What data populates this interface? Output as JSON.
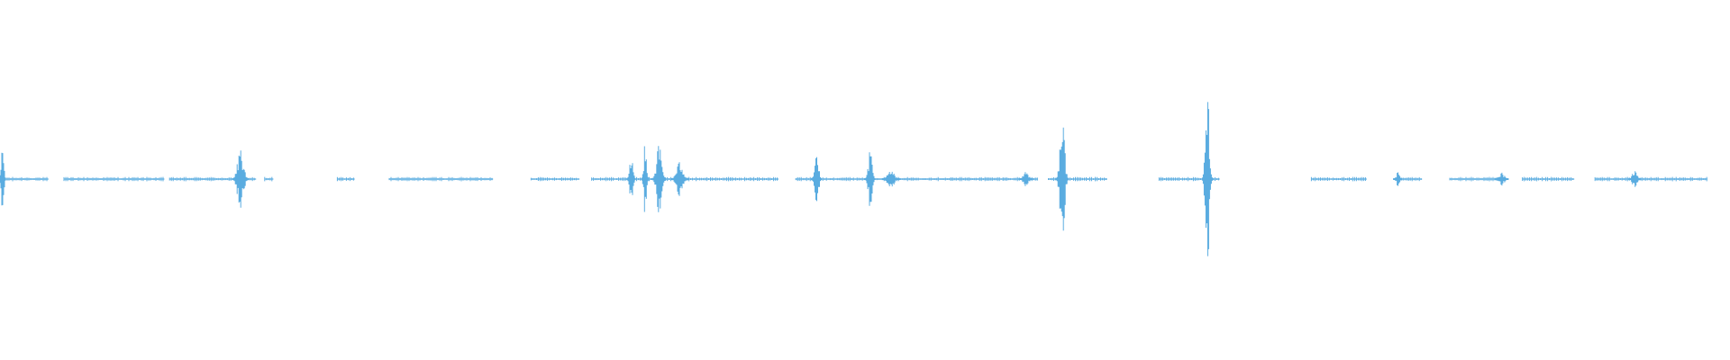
{
  "waveform": {
    "color": "#5aace0",
    "background": "#ffffff",
    "amplitude_range": [
      -1,
      1
    ],
    "baseline_segments": [
      [
        0.0,
        0.028
      ],
      [
        0.037,
        0.095
      ],
      [
        0.098,
        0.148
      ],
      [
        0.153,
        0.158
      ],
      [
        0.195,
        0.205
      ],
      [
        0.225,
        0.285
      ],
      [
        0.307,
        0.335
      ],
      [
        0.342,
        0.45
      ],
      [
        0.46,
        0.6
      ],
      [
        0.606,
        0.64
      ],
      [
        0.67,
        0.705
      ],
      [
        0.758,
        0.79
      ],
      [
        0.81,
        0.822
      ],
      [
        0.838,
        0.87
      ],
      [
        0.88,
        0.91
      ],
      [
        0.922,
        0.987
      ]
    ],
    "bursts": [
      {
        "pos": 0.0015,
        "amp": 0.2,
        "width": 0.004
      },
      {
        "pos": 0.139,
        "amp": 0.18,
        "width": 0.009
      },
      {
        "pos": 0.365,
        "amp": 0.14,
        "width": 0.005
      },
      {
        "pos": 0.373,
        "amp": 0.28,
        "width": 0.004
      },
      {
        "pos": 0.381,
        "amp": 0.2,
        "width": 0.008
      },
      {
        "pos": 0.393,
        "amp": 0.1,
        "width": 0.01
      },
      {
        "pos": 0.472,
        "amp": 0.16,
        "width": 0.006
      },
      {
        "pos": 0.503,
        "amp": 0.16,
        "width": 0.006
      },
      {
        "pos": 0.515,
        "amp": 0.05,
        "width": 0.01
      },
      {
        "pos": 0.593,
        "amp": 0.05,
        "width": 0.008
      },
      {
        "pos": 0.614,
        "amp": 0.4,
        "width": 0.007
      },
      {
        "pos": 0.698,
        "amp": 0.55,
        "width": 0.006
      },
      {
        "pos": 0.808,
        "amp": 0.04,
        "width": 0.005
      },
      {
        "pos": 0.868,
        "amp": 0.04,
        "width": 0.008
      },
      {
        "pos": 0.945,
        "amp": 0.06,
        "width": 0.007
      }
    ]
  }
}
